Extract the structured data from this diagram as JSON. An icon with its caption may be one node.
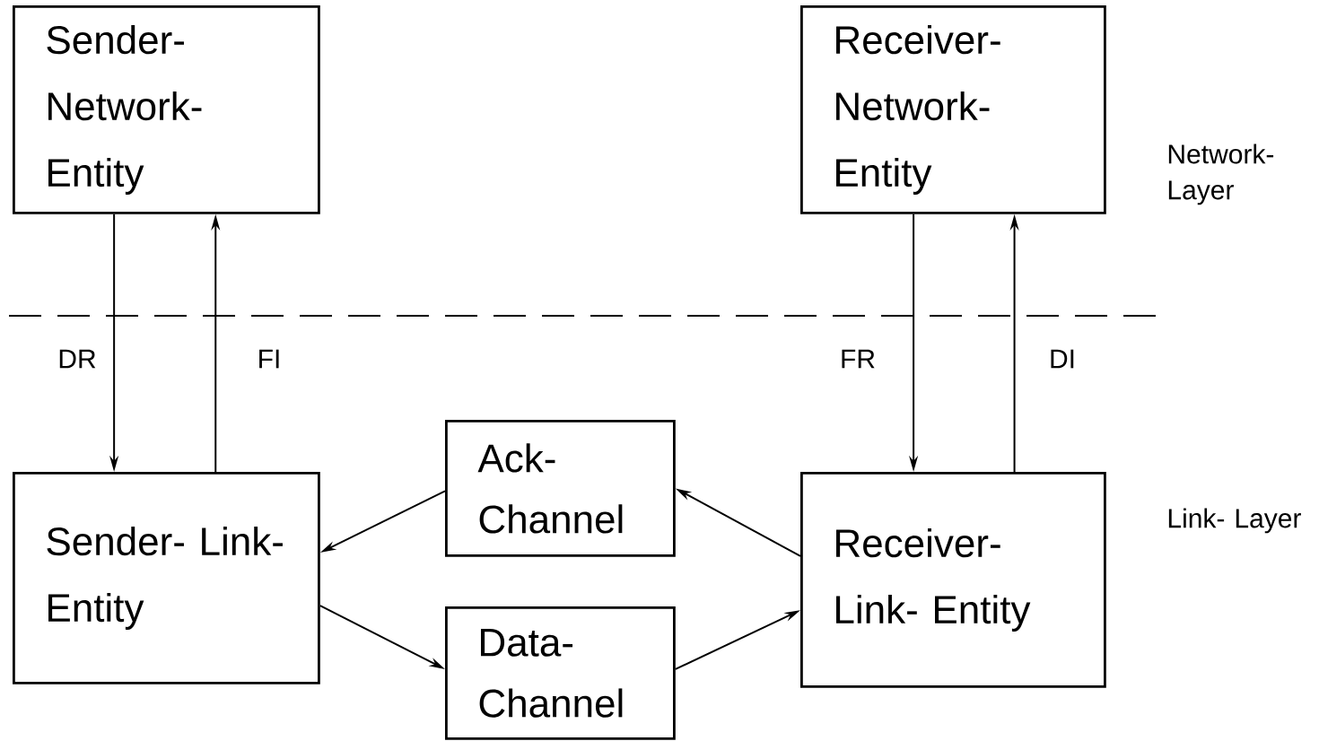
{
  "diagram": {
    "nodes": [
      {
        "text": [
          "Sender- Network- Entity"
        ]
      },
      {
        "text": [
          "Receiver- Network- Entity"
        ]
      },
      {
        "text": [
          "Sender- Link- Entity"
        ]
      },
      {
        "text": [
          "Ack- Channel"
        ]
      },
      {
        "text": [
          "Data- Channel"
        ]
      },
      {
        "text": [
          "Receiver- Link- Entity"
        ]
      }
    ],
    "edges": [
      {
        "from": 0,
        "to": 2,
        "arrow": "to",
        "label": "DR"
      },
      {
        "from": 2,
        "to": 0,
        "arrow": "to",
        "label": "FI"
      },
      {
        "from": 1,
        "to": 5,
        "arrow": "to",
        "label": "FR"
      },
      {
        "from": 5,
        "to": 1,
        "arrow": "to",
        "label": "DI"
      },
      {
        "from": 5,
        "to": 3,
        "arrow": "to"
      },
      {
        "from": 3,
        "to": 2,
        "arrow": "to"
      },
      {
        "from": 2,
        "to": 4,
        "arrow": "to"
      },
      {
        "from": 4,
        "to": 5,
        "arrow": "to"
      }
    ],
    "labels": [
      "Network- Layer",
      "Link- Layer"
    ]
  }
}
